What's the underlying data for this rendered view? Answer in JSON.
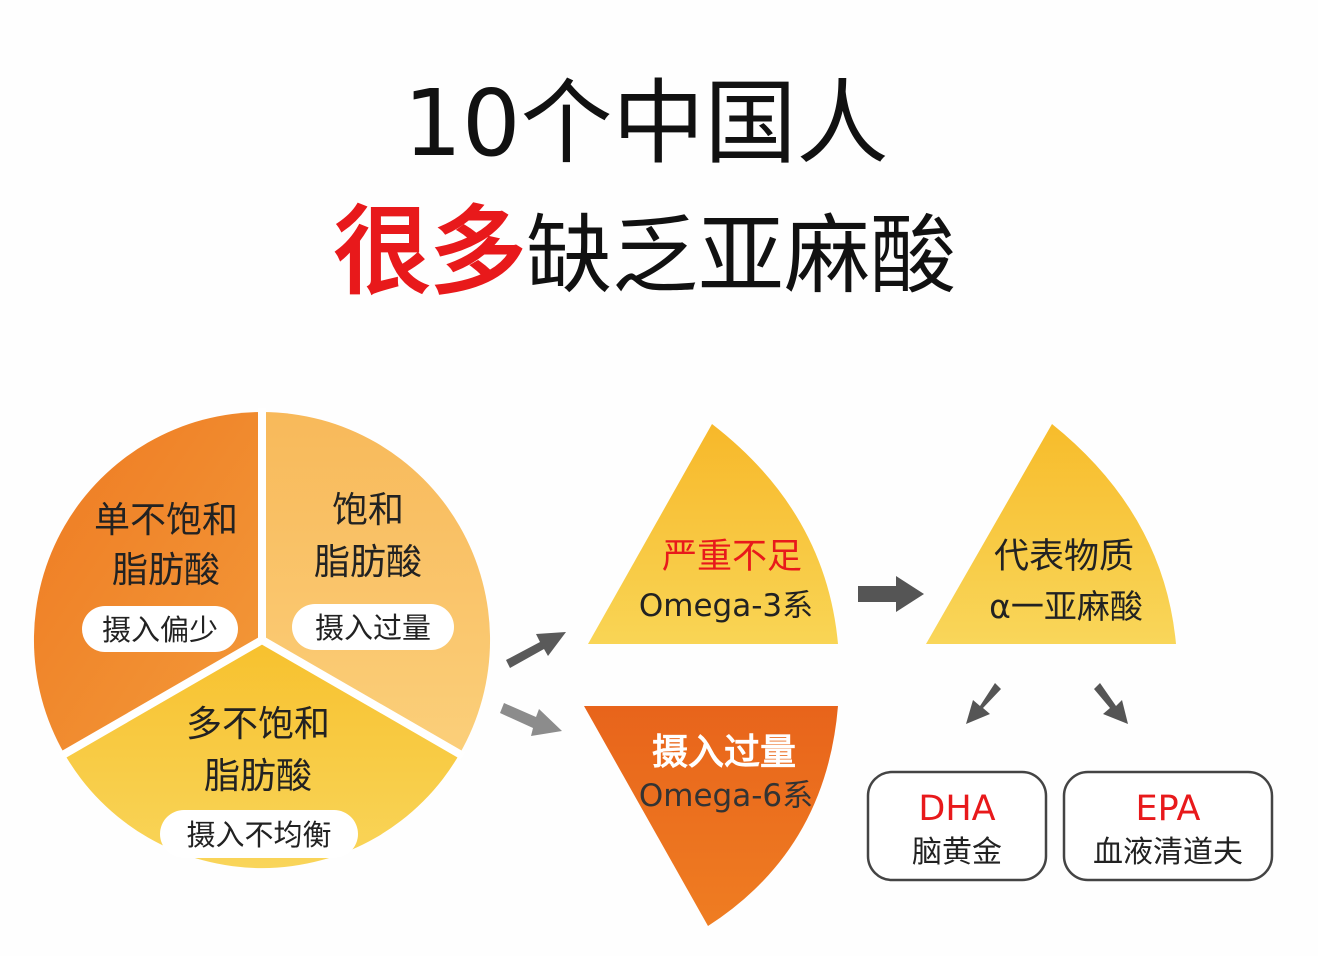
{
  "title": {
    "line1": "10个中国人",
    "line2_highlight": "很多",
    "line2_rest": "缺乏亚麻酸"
  },
  "pie": {
    "segments": [
      {
        "name": "mono",
        "line1": "单不饱和",
        "line2": "脂肪酸",
        "pill": "摄入偏少"
      },
      {
        "name": "saturated",
        "line1": "饱和",
        "line2": "脂肪酸",
        "pill": "摄入过量"
      },
      {
        "name": "poly",
        "line1": "多不饱和",
        "line2": "脂肪酸",
        "pill": "摄入不均衡"
      }
    ]
  },
  "omega3": {
    "line1": "严重不足",
    "line2": "Omega-3系"
  },
  "omega6": {
    "line1": "摄入过量",
    "line2": "Omega-6系"
  },
  "representative": {
    "line1": "代表物质",
    "line2": "α一亚麻酸"
  },
  "dha": {
    "title": "DHA",
    "subtitle": "脑黄金"
  },
  "epa": {
    "title": "EPA",
    "subtitle": "血液清道夫"
  },
  "colors": {
    "red": "#e8191b",
    "orange_dark": "#e66a1c",
    "orange_mid": "#f08d2d",
    "orange_light": "#f7c065",
    "yellow": "#f7c235",
    "yellow_light": "#f9d866",
    "text_dark": "#1a1a1a",
    "arrow_gray": "#5a5a5a"
  }
}
